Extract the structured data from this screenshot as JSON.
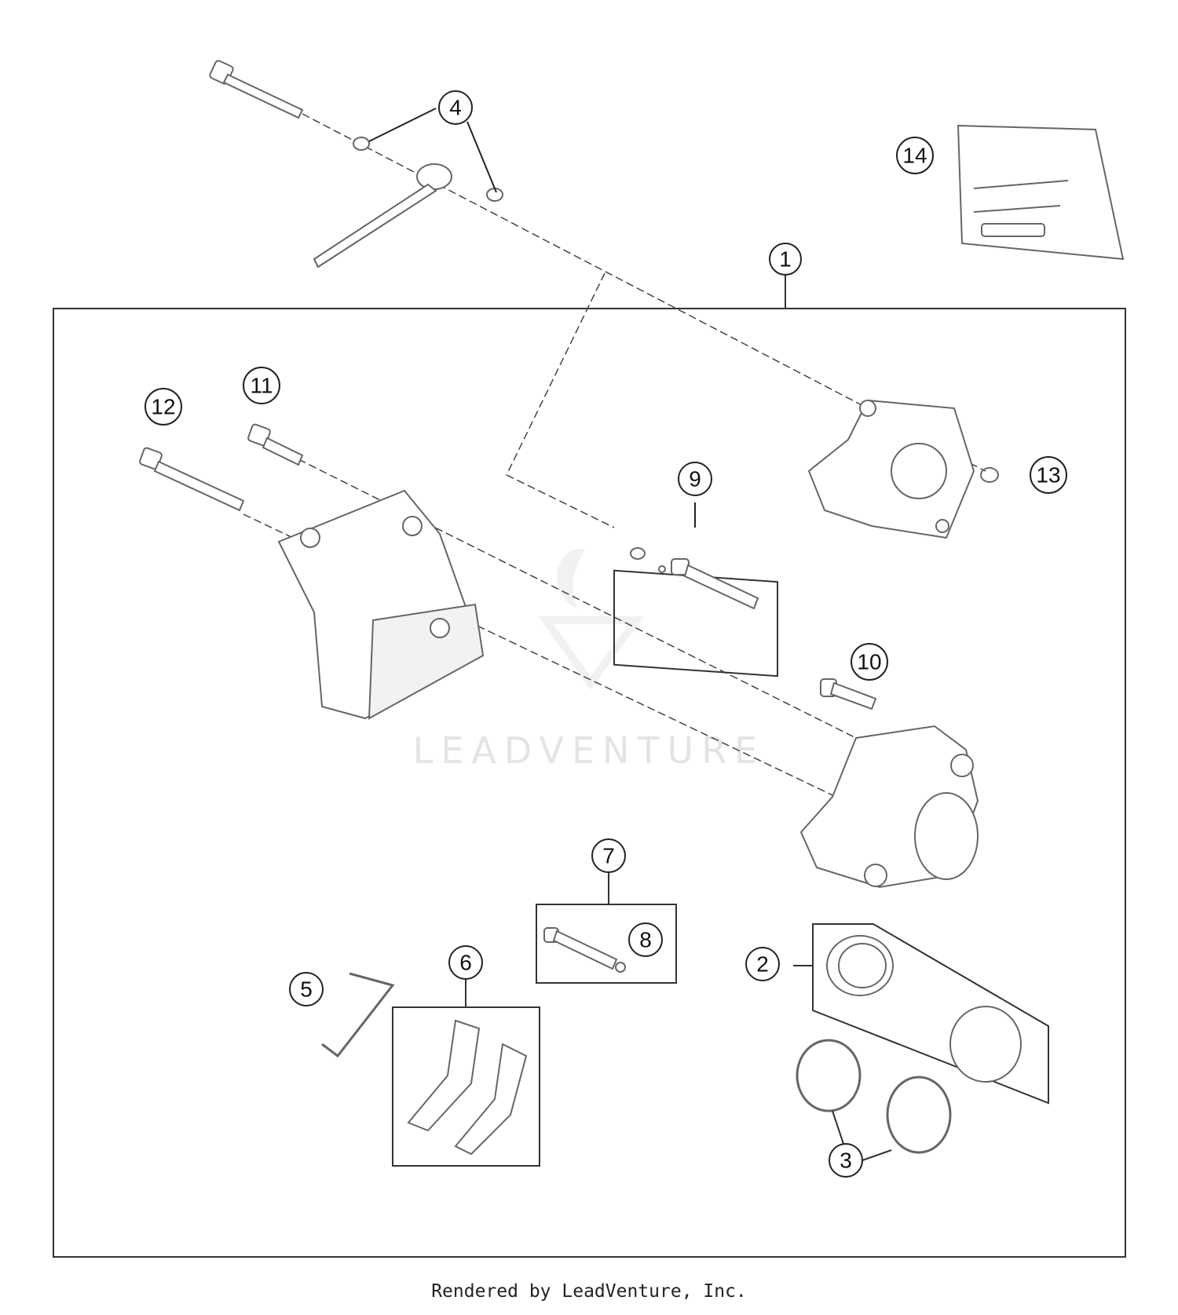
{
  "diagram": {
    "callouts": [
      "1",
      "2",
      "3",
      "4",
      "5",
      "6",
      "7",
      "8",
      "9",
      "10",
      "11",
      "12",
      "13",
      "14"
    ],
    "watermark": "LEADVENTURE"
  },
  "footer": {
    "credit": "Rendered by LeadVenture, Inc."
  }
}
